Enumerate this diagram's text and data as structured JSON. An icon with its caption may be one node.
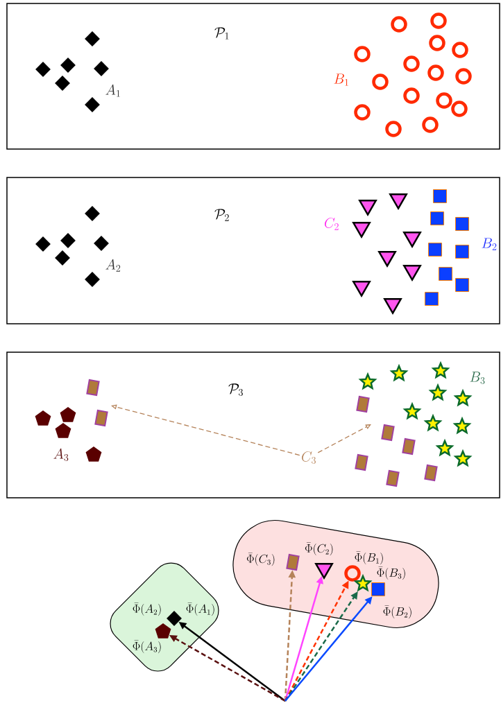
{
  "diagram": {
    "nodes": [
      {
        "text": [
          "\\mathcal{P}_1",
          "A_1",
          "B_1"
        ]
      },
      {
        "text": [
          "\\mathcal{P}_2",
          "A_2",
          "C_2",
          "B_2"
        ]
      },
      {
        "text": [
          "\\mathcal{P}_3",
          "A_3",
          "B_3"
        ]
      },
      {
        "text": [
          "C_3"
        ],
        "in": 2
      },
      {
        "text": [],
        "shape": "box"
      },
      {
        "text": [
          "\\bar{\\Phi}(A_2)",
          "\\bar{\\Phi}(A_1)"
        ],
        "in": 4
      },
      {
        "text": [
          "\\bar{\\Phi}(A_3)"
        ],
        "in": 4
      },
      {
        "text": [],
        "shape": "box"
      },
      {
        "text": [
          "\\bar{\\Phi}(C_3)"
        ],
        "in": 7
      },
      {
        "text": [
          "\\bar{\\Phi}(C_2)"
        ],
        "in": 7
      },
      {
        "text": [
          "\\bar{\\Phi}(B_1)"
        ],
        "in": 7
      },
      {
        "text": [
          "\\bar{\\Phi}(B_3)"
        ],
        "in": 7
      },
      {
        "text": [
          "\\bar{\\Phi}(B_2)"
        ],
        "in": 7
      }
    ],
    "edges": [
      {
        "from": 3,
        "to": null,
        "arrow": "to",
        "style": "dashed",
        "color": "#b5835a"
      },
      {
        "from": 3,
        "to": null,
        "arrow": "to",
        "style": "dashed",
        "color": "#b5835a"
      },
      {
        "from": null,
        "to": 5,
        "arrow": "to",
        "color": "#000000"
      },
      {
        "from": null,
        "to": 6,
        "arrow": "to",
        "style": "dashed",
        "color": "#5a1010"
      },
      {
        "from": null,
        "to": 8,
        "arrow": "to",
        "style": "dashed",
        "color": "#b5835a"
      },
      {
        "from": null,
        "to": 9,
        "arrow": "to",
        "color": "#ff44ff"
      },
      {
        "from": null,
        "to": 10,
        "arrow": "to",
        "style": "dashed",
        "color": "#ff3300"
      },
      {
        "from": null,
        "to": 11,
        "arrow": "to",
        "style": "dashed",
        "color": "#1a6a4a"
      },
      {
        "from": null,
        "to": 12,
        "arrow": "to",
        "color": "#0a4aff"
      }
    ]
  }
}
